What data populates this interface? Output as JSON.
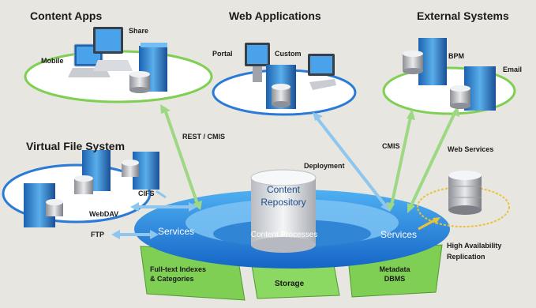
{
  "groups": {
    "content_apps": {
      "title": "Content Apps",
      "items": [
        "Share",
        "Mobile"
      ]
    },
    "web_apps": {
      "title": "Web Applications",
      "items": [
        "Portal",
        "Custom"
      ]
    },
    "external": {
      "title": "External Systems",
      "items": [
        "BPM",
        "Email"
      ]
    },
    "vfs": {
      "title": "Virtual File System",
      "items": [
        "CIFS",
        "WebDAV",
        "FTP"
      ]
    }
  },
  "connectors": {
    "rest_cmis": "REST / CMIS",
    "deployment": "Deployment",
    "cmis": "CMIS",
    "web_services": "Web Services"
  },
  "core": {
    "repository": [
      "Content",
      "Repository"
    ],
    "processes": "Content Processes",
    "services_left": "Services",
    "services_right": "Services"
  },
  "segments": {
    "fulltext": [
      "Full-text Indexes",
      "& Categories"
    ],
    "storage": "Storage",
    "metadata": [
      "Metadata",
      "DBMS"
    ]
  },
  "ha": [
    "High Availability",
    "Replication"
  ],
  "colors": {
    "background": "#e8e6e0",
    "accent_blue": "#1f79d4",
    "accent_green": "#7fcf54",
    "arrow_green": "#9ed884",
    "arrow_blue": "#8ec6ee"
  }
}
